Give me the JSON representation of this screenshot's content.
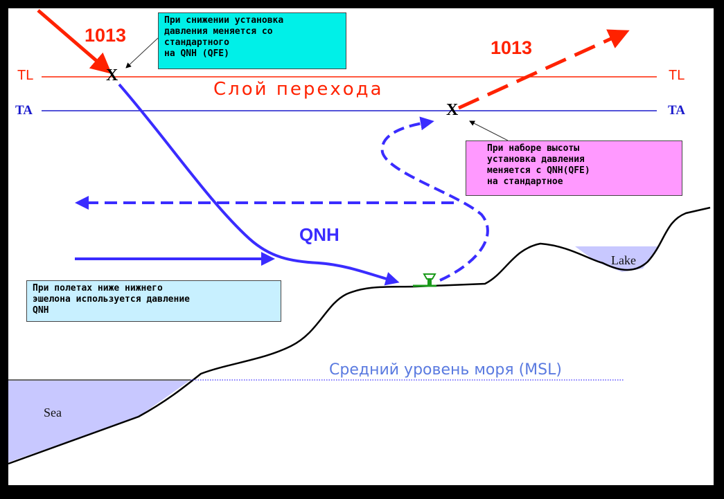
{
  "labels": {
    "tl_left": "TL",
    "tl_right": "TL",
    "ta_left": "TA",
    "ta_right": "TA",
    "std_left": "1013",
    "std_right": "1013",
    "x_descent": "X",
    "x_climb": "X",
    "transition_layer": "Слой перехода",
    "qnh": "QNH",
    "msl": "Средний уровень моря (MSL)",
    "sea": "Sea",
    "lake": "Lake"
  },
  "notes": {
    "descent": "При снижении установка\nдавления меняется со\nстандартного\nна QNH (QFE)",
    "climb": "При наборе высоты\nустановка давления\nменяется с QNH(QFE)\nна стандартное",
    "low_flight": "При полетах ниже нижнего\nэшелона используется давление\nQNH"
  },
  "colors": {
    "red": "#ff2200",
    "blue": "#3a2cff",
    "ta_blue": "#1a1acc",
    "cyan": "#00f0e8",
    "pink": "#ff99ff",
    "lightblue": "#c8f0ff",
    "water": "#c8c8ff"
  }
}
